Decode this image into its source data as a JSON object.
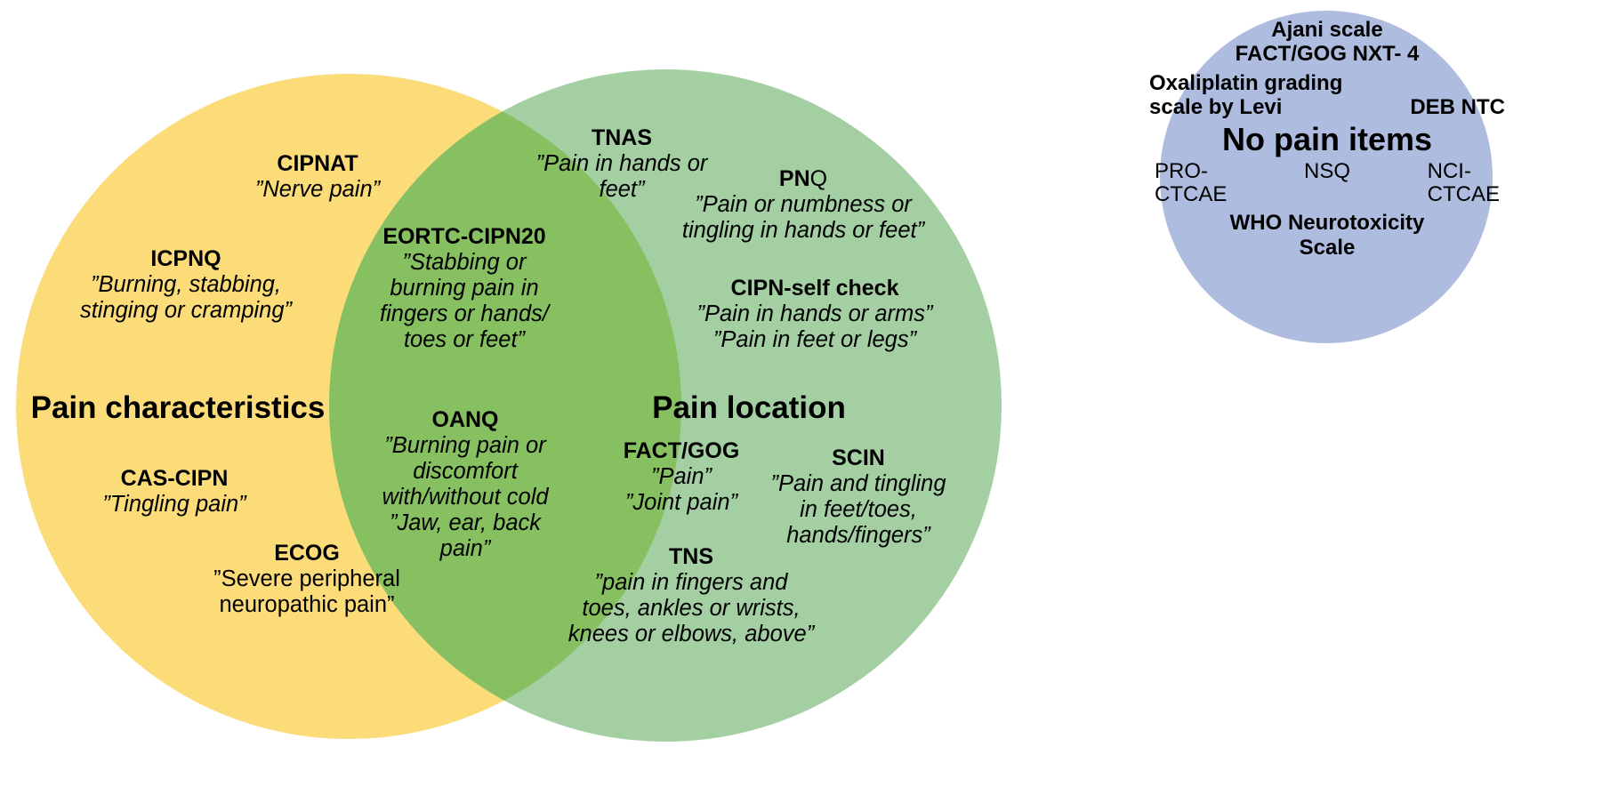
{
  "diagram": {
    "type": "venn",
    "colors": {
      "left_circle": "#fcdc78",
      "right_circle": "#a3cfa3",
      "intersection": "#86c061",
      "separate_circle": "#aebcdf",
      "background": "#ffffff",
      "text": "#000000"
    },
    "left_circle": {
      "title": "Pain characteristics",
      "items": [
        {
          "name": "CIPNAT",
          "quotes": [
            "”Nerve pain”"
          ]
        },
        {
          "name": "ICPNQ",
          "quotes": [
            "”Burning, stabbing,",
            "stinging or cramping”"
          ]
        },
        {
          "name": "CAS-CIPN",
          "quotes": [
            "”Tingling pain”"
          ]
        },
        {
          "name": "ECOG",
          "quotes": [
            "”Severe peripheral",
            "neuropathic pain”"
          ]
        }
      ]
    },
    "intersection": {
      "items": [
        {
          "name": "EORTC-CIPN20",
          "quotes": [
            "”Stabbing or",
            "burning pain in",
            "fingers or hands/",
            "toes or feet”"
          ]
        },
        {
          "name": "OANQ",
          "quotes": [
            "”Burning pain or",
            "discomfort",
            "with/without cold",
            "”Jaw, ear, back",
            "pain”"
          ]
        }
      ]
    },
    "right_circle": {
      "title": "Pain location",
      "items": [
        {
          "name": "TNAS",
          "quotes": [
            "”Pain in hands or",
            "feet”"
          ]
        },
        {
          "name": "PNQ",
          "name_bold_part": "PN",
          "name_regular_part": "Q",
          "quotes": [
            "”Pain or numbness or",
            "tingling in hands or feet”"
          ]
        },
        {
          "name": "CIPN-self check",
          "quotes": [
            "”Pain in hands or arms”",
            "”Pain in feet or legs”"
          ]
        },
        {
          "name": "FACT/GOG",
          "quotes": [
            "”Pain”",
            "”Joint pain”"
          ]
        },
        {
          "name": "SCIN",
          "quotes": [
            "”Pain and tingling",
            "in feet/toes,",
            "hands/fingers”"
          ]
        },
        {
          "name": "TNS",
          "quotes": [
            "”pain in fingers and",
            "toes, ankles or wrists,",
            "knees or elbows, above”"
          ]
        }
      ]
    },
    "separate_circle": {
      "title": "No pain items",
      "row1": "Ajani scale",
      "row2": "FACT/GOG NXT- 4",
      "row3_left_line1": "Oxaliplatin grading",
      "row3_left_line2": "scale by Levi",
      "row3_right": "DEB NTC",
      "row5_left_line1": "PRO-",
      "row5_left_line2": "CTCAE",
      "row5_mid": "NSQ",
      "row5_right_line1": "NCI-",
      "row5_right_line2": "CTCAE",
      "row6_line1": "WHO Neurotoxicity",
      "row6_line2": "Scale"
    }
  }
}
